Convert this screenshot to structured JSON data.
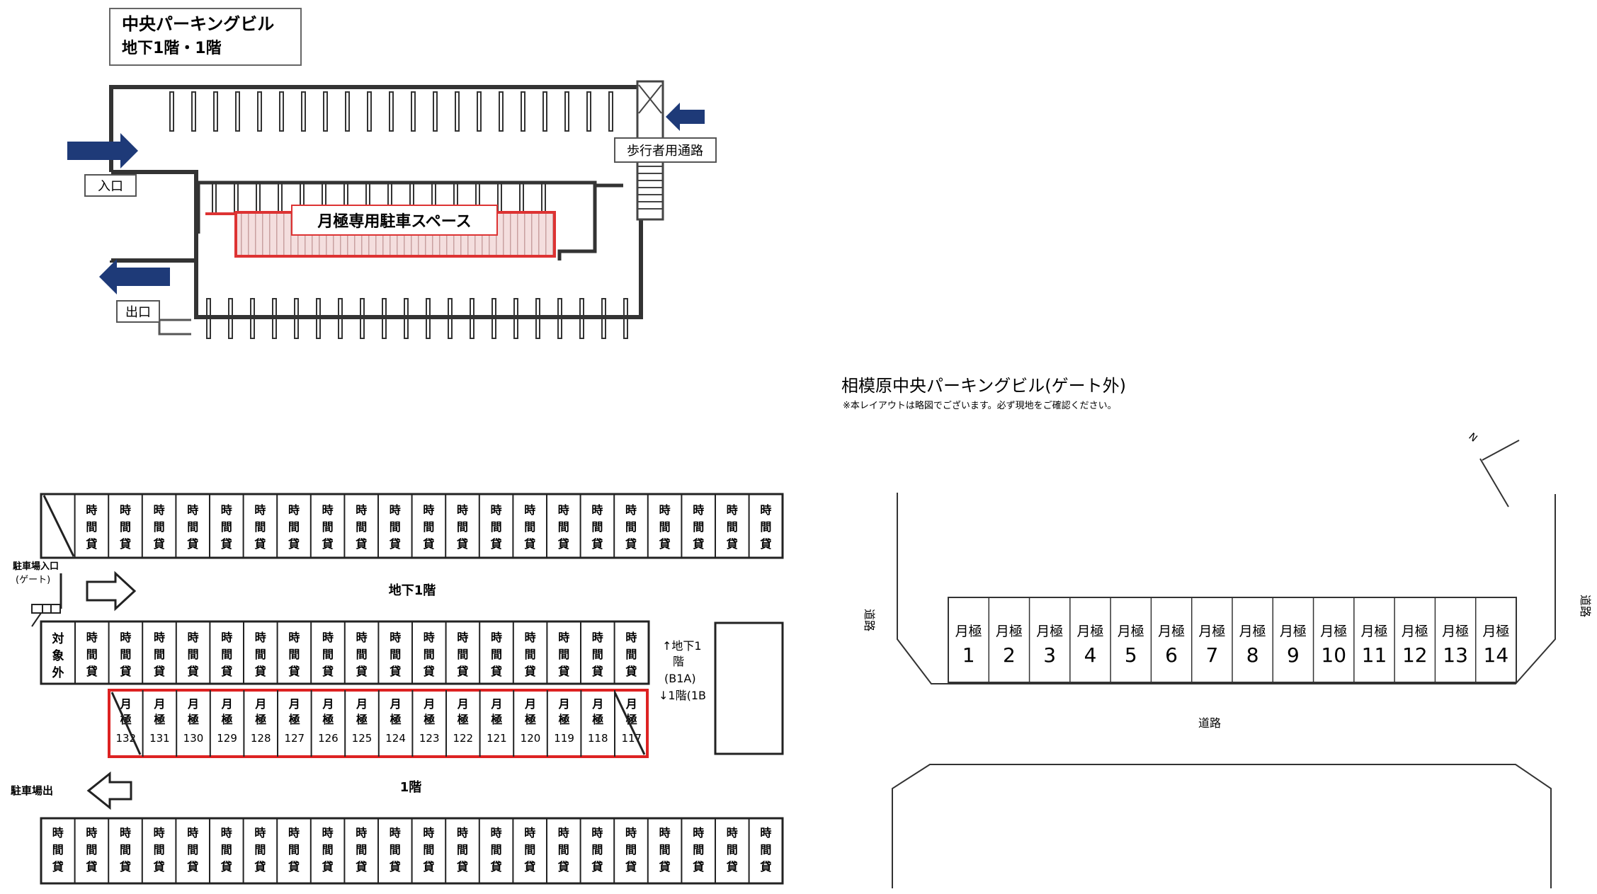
{
  "upper_plan": {
    "title_line1": "中央パーキングビル",
    "title_line2": "地下1階・1階",
    "entrance_label": "入口",
    "exit_label": "出口",
    "pedestrian_label": "歩行者用通路",
    "monthly_area_label": "月極専用駐車スペース"
  },
  "lower_plan": {
    "gate_entrance_label": [
      "駐車場入口",
      "(ゲート)"
    ],
    "b1_label": "地下1階",
    "f1_label": "1階",
    "exit_label": "駐車場出",
    "excluded_label": [
      "対",
      "象",
      "外"
    ],
    "hourly_label": [
      "時",
      "間",
      "貸"
    ],
    "monthly_label": [
      "月",
      "極"
    ],
    "ramp_label": [
      "↑地下1",
      "階",
      "(B1A)",
      "↓1階(1B"
    ],
    "top_row_hourly_count": 21,
    "middle_row_hourly_count": 17,
    "bottom_row_hourly_count": 22,
    "monthly_numbers": [
      "132",
      "131",
      "130",
      "129",
      "128",
      "127",
      "126",
      "125",
      "124",
      "123",
      "122",
      "121",
      "120",
      "119",
      "118",
      "117"
    ]
  },
  "right_plan": {
    "title": "相模原中央パーキングビル(ゲート外)",
    "note": "※本レイアウトは略図でございます。必ず現地をご確認ください。",
    "north_label": "N",
    "road_left": "道路",
    "road_right": "道路",
    "road_bottom": "道路",
    "space_label": "月極",
    "space_numbers": [
      "1",
      "2",
      "3",
      "4",
      "5",
      "6",
      "7",
      "8",
      "9",
      "10",
      "11",
      "12",
      "13",
      "14"
    ]
  }
}
